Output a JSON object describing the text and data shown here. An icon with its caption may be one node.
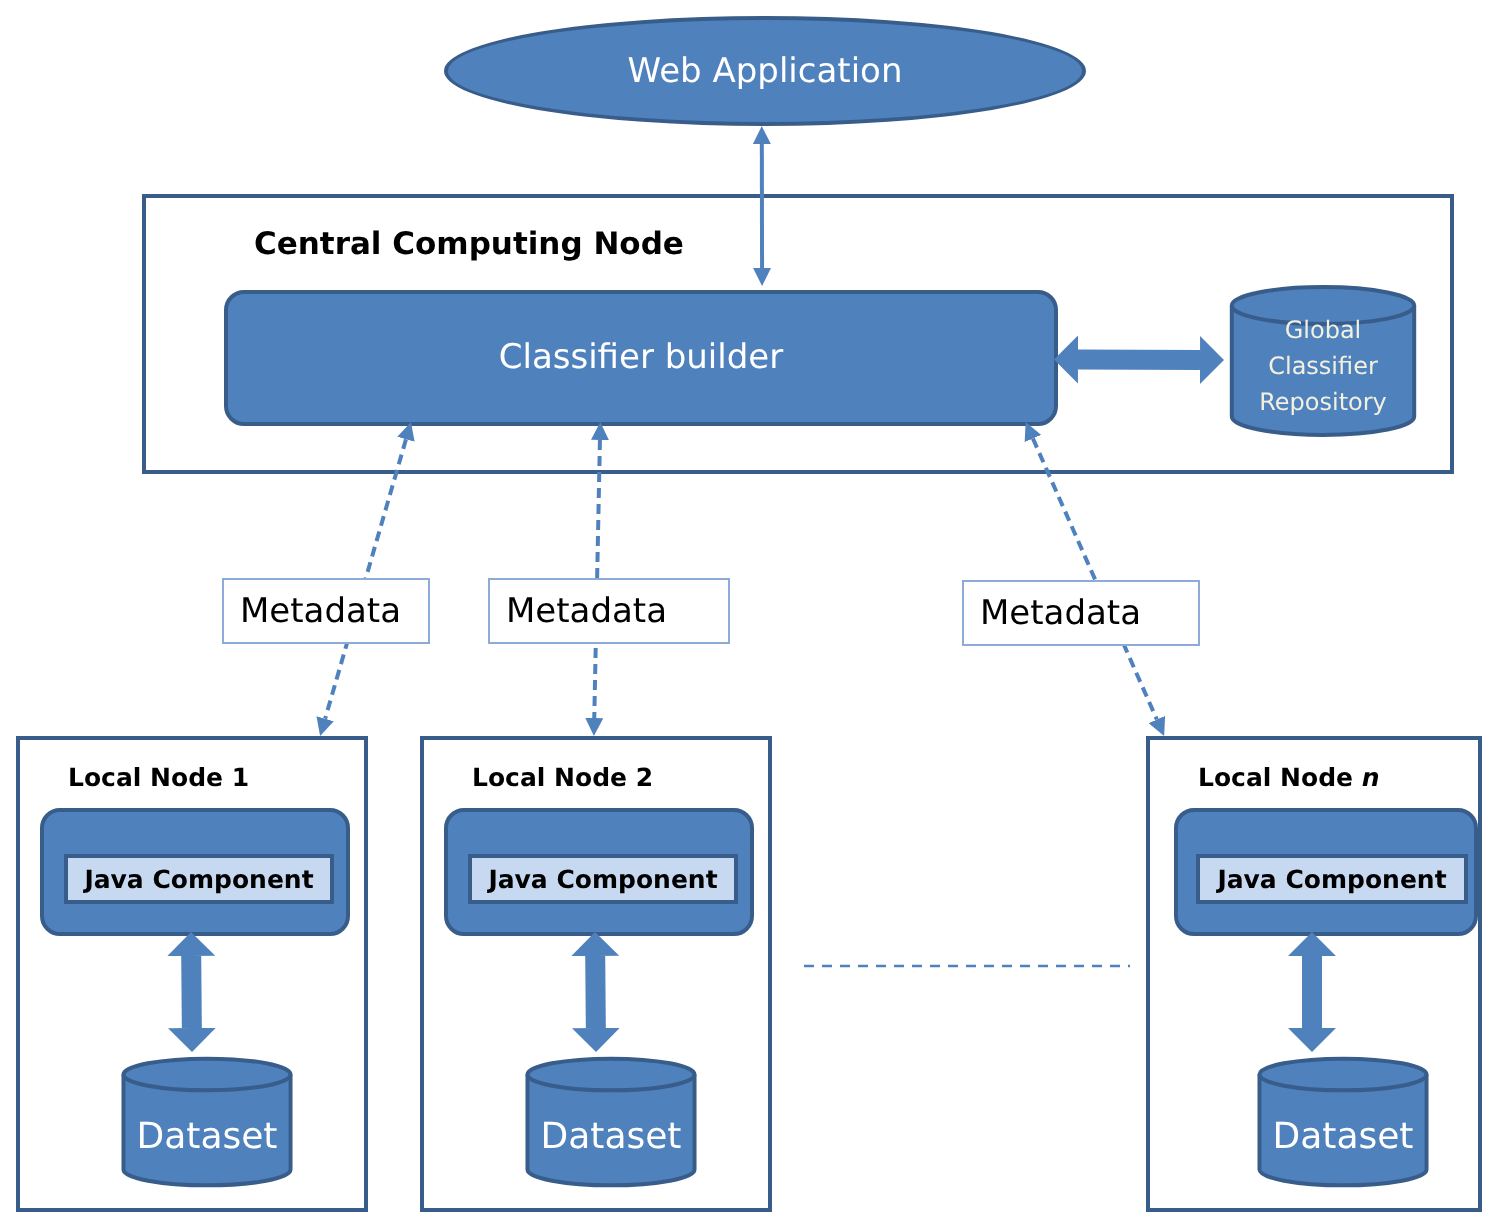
{
  "diagram": {
    "nodes": [
      {
        "text": [
          "Web Application"
        ]
      },
      {
        "text": [
          "Central Computing Node"
        ]
      },
      {
        "text": [
          "Classifier builder"
        ],
        "in": 1
      },
      {
        "text": [
          "Global Classifier Repository"
        ],
        "in": 1
      },
      {
        "text": [
          "Local Node 1"
        ]
      },
      {
        "text": [],
        "shape": "box",
        "in": 4
      },
      {
        "text": [
          "Java Component"
        ],
        "in": 5
      },
      {
        "text": [
          "Dataset"
        ],
        "in": 4
      },
      {
        "text": [
          "Local Node 2"
        ]
      },
      {
        "text": [],
        "shape": "box",
        "in": 8
      },
      {
        "text": [
          "Java Component"
        ],
        "in": 9
      },
      {
        "text": [
          "Dataset"
        ],
        "in": 8
      },
      {
        "text": [
          "Local Node *n*"
        ]
      },
      {
        "text": [],
        "shape": "box",
        "in": 12
      },
      {
        "text": [
          "Java Component"
        ],
        "in": 13
      },
      {
        "text": [
          "Dataset"
        ],
        "in": 12
      }
    ],
    "edges": [
      {
        "from": 0,
        "to": 2,
        "arrow": "both"
      },
      {
        "from": 2,
        "to": 3,
        "arrow": "both",
        "style": "thick"
      },
      {
        "from": 2,
        "to": 4,
        "arrow": "both",
        "style": "dashed",
        "label": "Metadata"
      },
      {
        "from": 2,
        "to": 8,
        "arrow": "both",
        "style": "dashed",
        "label": "Metadata"
      },
      {
        "from": 2,
        "to": 12,
        "arrow": "both",
        "style": "dashed",
        "label": "Metadata"
      },
      {
        "from": 5,
        "to": 7,
        "arrow": "both",
        "style": "thick"
      },
      {
        "from": 9,
        "to": 11,
        "arrow": "both",
        "style": "thick"
      },
      {
        "from": 13,
        "to": 15,
        "arrow": "both",
        "style": "thick"
      }
    ]
  }
}
